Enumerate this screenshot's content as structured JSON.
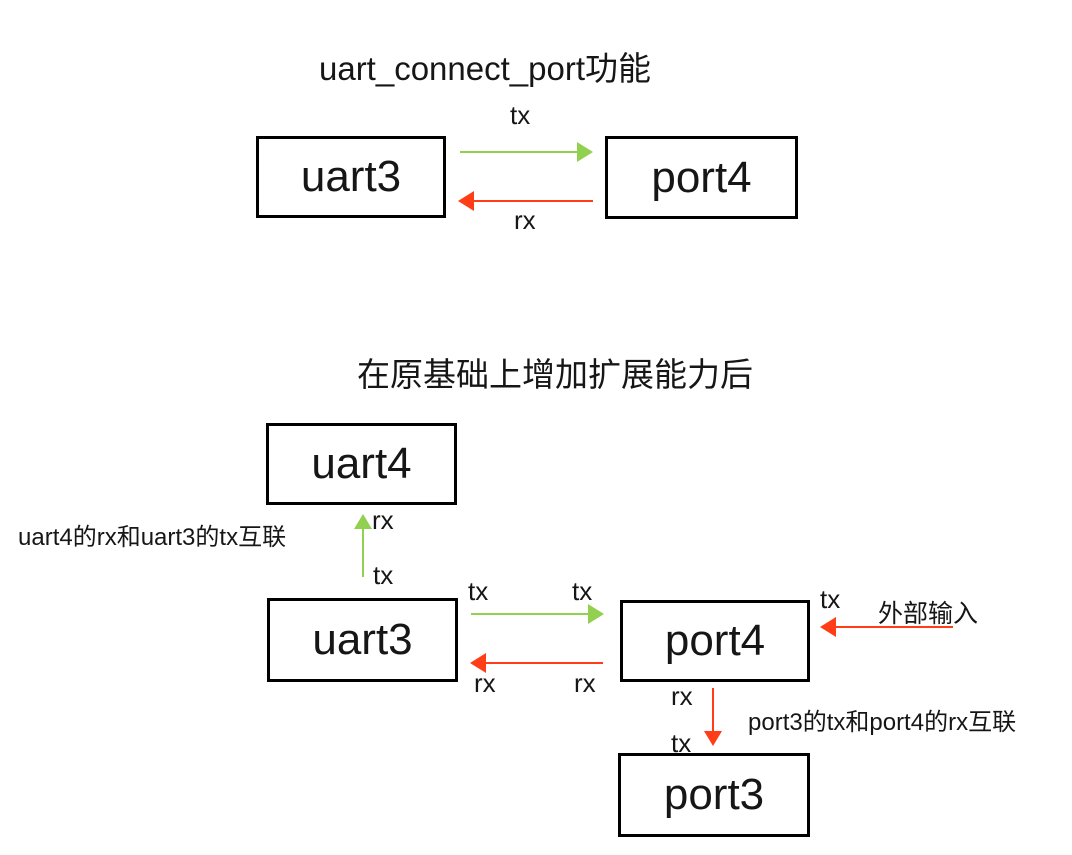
{
  "colors": {
    "tx_green": "#92D050",
    "rx_red": "#FF3D17"
  },
  "diagram1": {
    "title": "uart_connect_port功能",
    "uart3_label": "uart3",
    "port4_label": "port4",
    "tx_label": "tx",
    "rx_label": "rx"
  },
  "diagram2": {
    "title": "在原基础上增加扩展能力后",
    "uart4_label": "uart4",
    "uart3_label": "uart3",
    "port4_label": "port4",
    "port3_label": "port3",
    "uart_link": {
      "annotation": "uart4的rx和uart3的tx互联",
      "head_label": "rx",
      "tail_label": "tx"
    },
    "tx_edge": {
      "tail_label": "tx",
      "head_label": "tx"
    },
    "rx_edge": {
      "tail_label": "rx",
      "head_label": "rx"
    },
    "external_input": {
      "annotation": "外部输入",
      "head_label": "tx"
    },
    "port_link": {
      "annotation": "port3的tx和port4的rx互联",
      "tail_label": "rx",
      "head_label": "tx"
    }
  }
}
